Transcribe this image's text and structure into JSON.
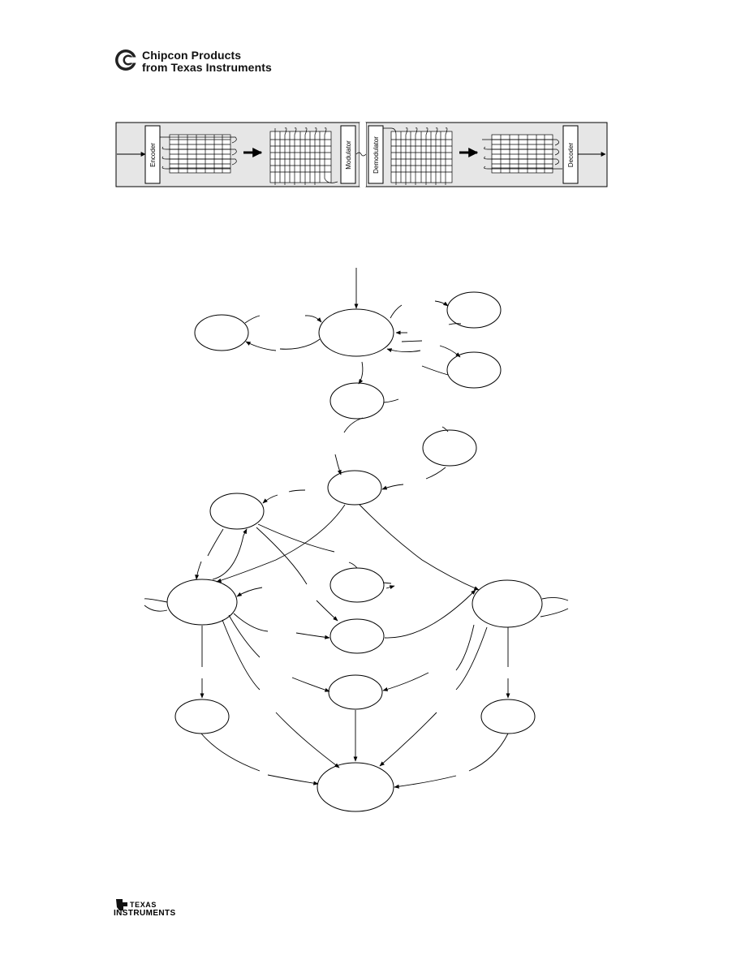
{
  "header": {
    "logo_icon": "chipcon-c-logo",
    "brand_line1": "Chipcon Products",
    "brand_line2": "from Texas Instruments"
  },
  "block_diagram": {
    "encoder_label": "Encoder",
    "modulator_label": "Modulator",
    "demodulator_label": "Demodulator",
    "decoder_label": "Decoder"
  },
  "footer": {
    "logo_icon": "ti-bug-logo",
    "line1": "TEXAS",
    "line2": "INSTRUMENTS"
  }
}
